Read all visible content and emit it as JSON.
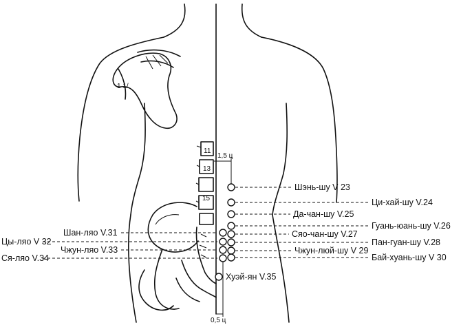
{
  "measures": {
    "top": "1,5 ц",
    "bottom": "0,5 ц"
  },
  "vertebrae": {
    "v11": "11",
    "v13": "13",
    "v15": "15"
  },
  "scapula_mark": "1 1/",
  "points_right": {
    "p23": "Шэнь-шу V 23",
    "p24": "Ци-хай-шу V.24",
    "p25": "Да-чан-шу V.25",
    "p26": "Гуань-юань-шу V.26",
    "p27": "Сяо-чан-шу V.27",
    "p28": "Пан-гуан-шу V.28",
    "p29": "Чжун-люй-шу V 29",
    "p30": "Бай-хуань-шу V 30",
    "p35": "Хуэй-ян V.35"
  },
  "points_left": {
    "p31": "Шан-ляо V.31",
    "p32": "Цы-ляо V 32",
    "p33": "Чжун-ляо V.33",
    "p34": "Ся-ляо V.34"
  }
}
